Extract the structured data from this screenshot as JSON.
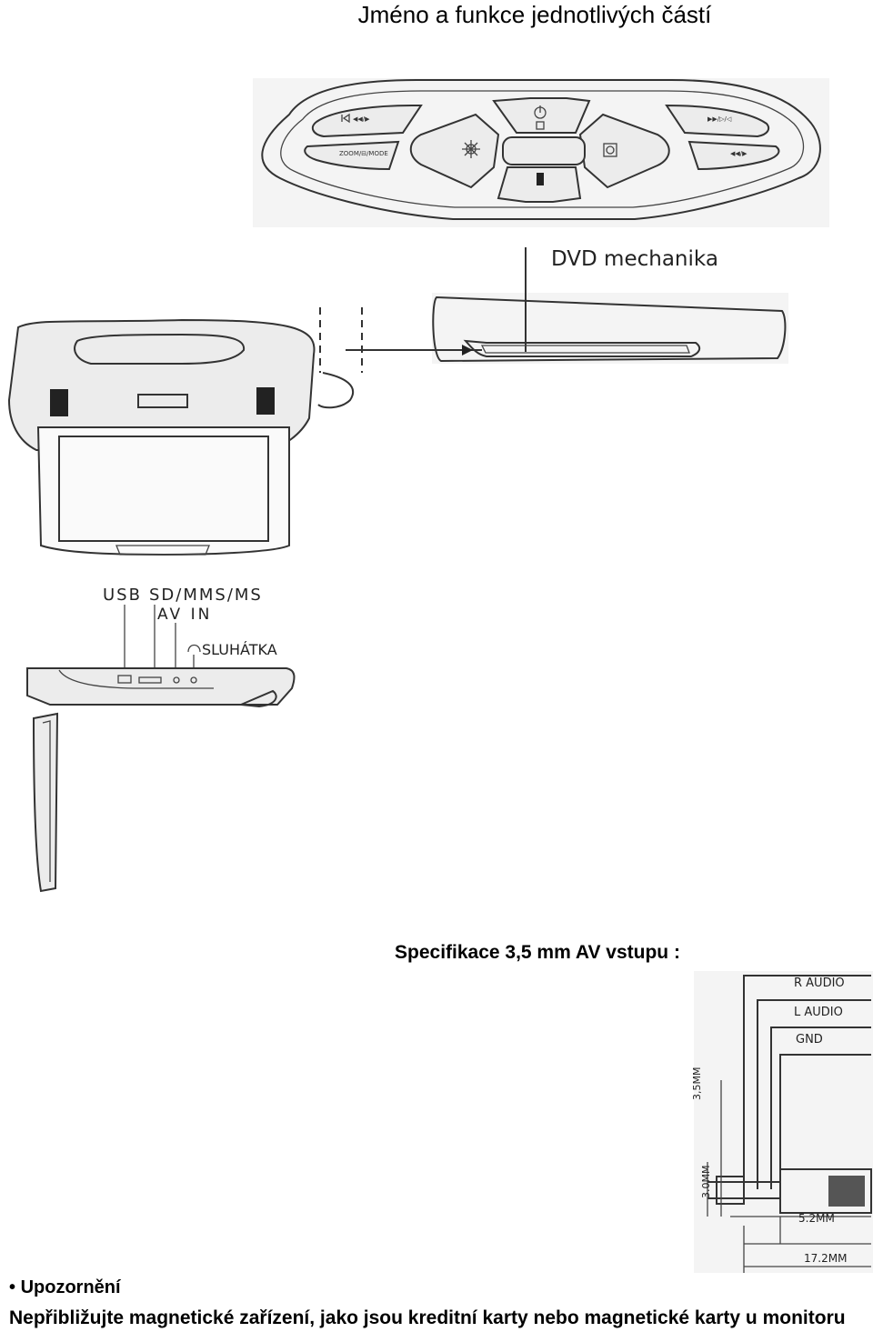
{
  "page": {
    "title": "Jméno a funkce jednotlivých částí"
  },
  "labels": {
    "dvd": "DVD mechanika",
    "usb": "USB",
    "sd": "SD/MMS/MS",
    "av": "AV IN",
    "headphones": "SLUHÁTKA"
  },
  "spec": {
    "heading": "Specifikace 3,5 mm AV vstupu :",
    "r_audio": "R AUDIO",
    "l_audio": "L AUDIO",
    "gnd": "GND",
    "d35": "3,5MM",
    "d30": "3.0MM",
    "d52": "5.2MM",
    "d172": "17.2MM"
  },
  "note": {
    "heading": "Upozornění",
    "text": "Nepřibližujte magnetické zařízení, jako jsou kreditní karty nebo magnetické karty u monitoru"
  },
  "icons": {
    "prev": "prev-icon",
    "next": "next-icon",
    "power": "power-icon",
    "brightness": "brightness-icon",
    "rotate": "rotate-icon",
    "menu": "menu-icon"
  }
}
